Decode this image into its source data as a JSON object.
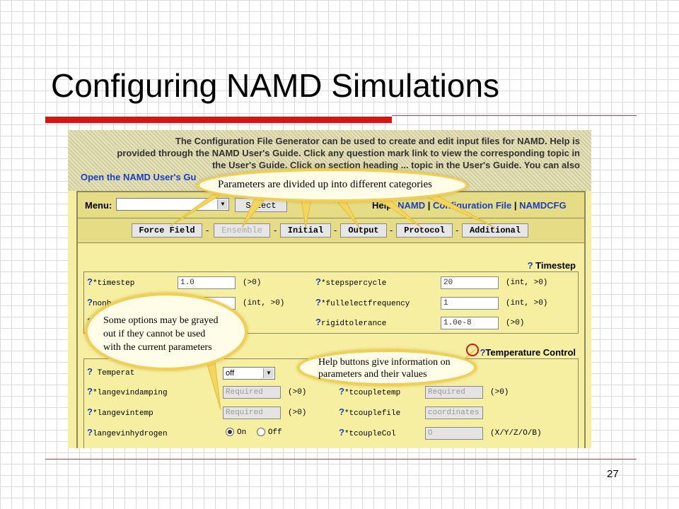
{
  "slide": {
    "title": "Configuring NAMD Simulations",
    "page_number": "27",
    "accent_color": "#d71414"
  },
  "screenshot": {
    "intro_lines": [
      "The Configuration File Generator can be used to create and edit input files for NAMD. Help is",
      "provided through the NAMD User's Guide. Click any question mark link to view the corresponding topic in",
      "the User's Guide. Click on section heading ... topic in the User's Guide. You can also"
    ],
    "intro_link": "Open the NAMD User's Gu",
    "menu": {
      "label": "Menu:",
      "select_button": "Select",
      "help_label": "Help:",
      "help_links": [
        "NAMD",
        "Configuration File",
        "NAMDCFG"
      ],
      "separator": "|"
    },
    "tabs": [
      {
        "label": "Force Field",
        "enabled": true
      },
      {
        "label": "Ensemble",
        "enabled": false
      },
      {
        "label": "Initial",
        "enabled": true
      },
      {
        "label": "Output",
        "enabled": true
      },
      {
        "label": "Protocol",
        "enabled": true
      },
      {
        "label": "Additional",
        "enabled": true
      }
    ],
    "tab_separator": "-",
    "timestep": {
      "heading": "Timestep",
      "fields": {
        "timestep": {
          "label": "*timestep",
          "value": "1.0",
          "hint": "(>0)"
        },
        "nonb": {
          "label": "nonb",
          "hint": "(int, >0)"
        },
        "stepspercycle": {
          "label": "*stepspercycle",
          "value": "20",
          "hint": "(int, >0)"
        },
        "fullelect": {
          "label": "*fullelectfrequency",
          "value": "1",
          "hint": "(int, >0)"
        },
        "rigid": {
          "label": "rigidtolerance",
          "value": "1.0e-8",
          "hint": "(>0)"
        }
      }
    },
    "temperature": {
      "heading": "Temperature Control",
      "fields": {
        "tempctl": {
          "label": "Temperat",
          "value": "off"
        },
        "ldamp": {
          "label": "*langevindamping",
          "placeholder": "Required",
          "hint": "(>0)"
        },
        "ltemp": {
          "label": "*langevintemp",
          "placeholder": "Required",
          "hint": "(>0)"
        },
        "lhyd": {
          "label": "langevinhydrogen",
          "on": "On",
          "off": "Off"
        },
        "tctemp": {
          "label": "*tcoupletemp",
          "placeholder": "Required",
          "hint": "(>0)"
        },
        "tcfile": {
          "label": "*tcouplefile",
          "placeholder": "coordinates"
        },
        "tccol": {
          "label": "*tcoupleCol",
          "value": "O",
          "hint": "(X/Y/Z/O/B)"
        }
      }
    },
    "question_mark": "?"
  },
  "callouts": {
    "categories": "Parameters are divided up into different categories",
    "grayed": [
      "Some options may be grayed",
      "out if they cannot be used",
      "with the current parameters"
    ],
    "help": [
      "Help buttons give information on",
      "parameters and their values"
    ]
  }
}
